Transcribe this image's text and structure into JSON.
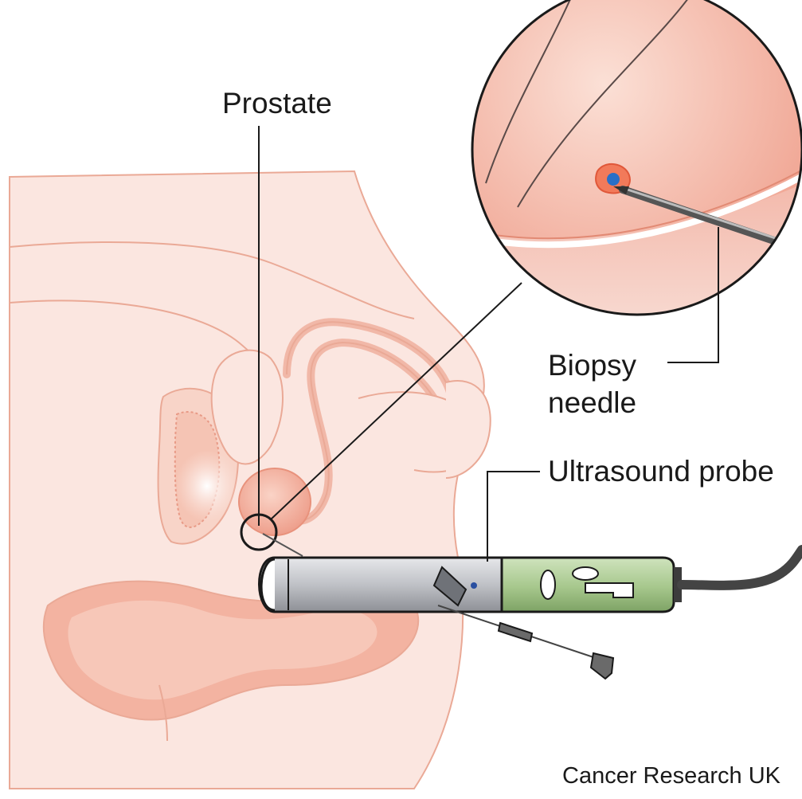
{
  "labels": {
    "prostate": "Prostate",
    "biopsy_needle_line1": "Biopsy",
    "biopsy_needle_line2": "needle",
    "ultrasound_probe": "Ultrasound probe"
  },
  "credit": "Cancer Research UK",
  "colors": {
    "skin_fill": "#fbe6e0",
    "tissue_outline": "#eaa996",
    "organ_fill": "#f6cbbd",
    "prostate_fill": "#f3b09f",
    "probe_metal": "#c9cbcf",
    "probe_handle": "#a8c98f",
    "cable": "#555555",
    "leader_line": "#1a1a1a",
    "needle_tip_blue": "#2a6fc7"
  }
}
